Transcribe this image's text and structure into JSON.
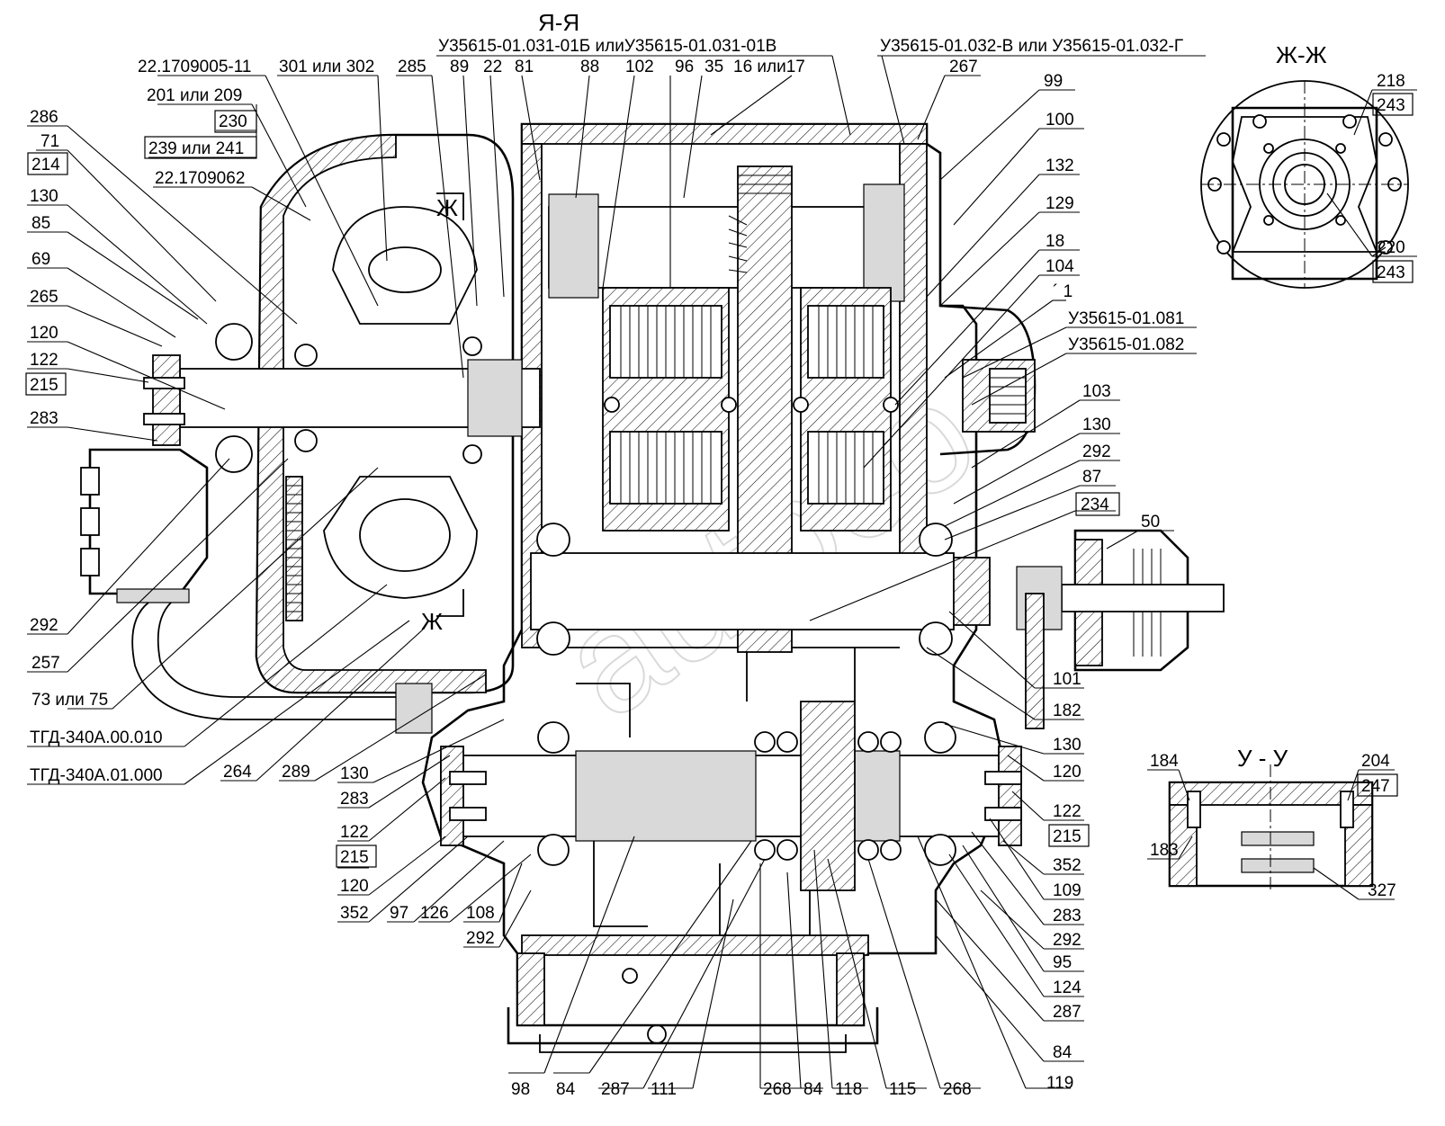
{
  "sections": {
    "ya": "Я-Я",
    "zh": "Ж-Ж",
    "u": "У - У",
    "zh_mark_top": "Ж",
    "zh_mark_bottom": "Ж"
  },
  "watermark": "autoco",
  "labels_top": {
    "ya_part_a": "У35615-01.031-01Б илиУ35615-01.031-01В",
    "ya_part_b": "У35615-01.032-В или У35615-01.032-Г",
    "l22_1709005": "22.1709005-11",
    "l301": "301 или 302",
    "l285": "285",
    "l89": "89",
    "l22": "22",
    "l81": "81",
    "l88": "88",
    "l102": "102",
    "l96": "96",
    "l35": "35",
    "l16": "16 или17",
    "l267": "267",
    "l99": "99",
    "l100": "100",
    "l132": "132",
    "l129": "129",
    "l18": "18",
    "l104": "104",
    "l1": "´ 1",
    "l081": "У35615-01.081",
    "l082": "У35615-01.082",
    "l103": "103",
    "l130r": "130",
    "l292r": "292",
    "l87": "87",
    "l234": "234",
    "l50": "50"
  },
  "labels_left": {
    "l201": "201 или 209",
    "l230": "230",
    "l239": "239 или 241",
    "l286": "286",
    "l71": "71",
    "l214": "214",
    "l22_1709062": "22.1709062",
    "l130": "130",
    "l85": "85",
    "l69": "69",
    "l265": "265",
    "l120": "120",
    "l122": "122",
    "l215": "215",
    "l283": "283",
    "l292": "292",
    "l257": "257",
    "l73": "73 или 75",
    "ltgd1": "ТГД-340А.00.010",
    "ltgd2": "ТГД-340А.01.000",
    "l264": "264",
    "l289": "289",
    "l130b": "130"
  },
  "labels_bottom": {
    "l283b": "283",
    "l122b": "122",
    "l215b": "215",
    "l120b": "120",
    "l352b": "352",
    "l97": "97",
    "l126": "126",
    "l108": "108",
    "l292b": "292",
    "l98": "98",
    "l84a": "84",
    "l287a": "287",
    "l111": "111",
    "l268a": "268",
    "l84b": "84",
    "l118": "118",
    "l115": "115",
    "l268b": "268",
    "l119": "119"
  },
  "labels_right": {
    "l101": "101",
    "l182": "182",
    "l130c": "130",
    "l120c": "120",
    "l122c": "122",
    "l215c": "215",
    "l352c": "352",
    "l109": "109",
    "l283c": "283",
    "l292c": "292",
    "l95": "95",
    "l124": "124",
    "l287c": "287",
    "l84c": "84",
    "l218": "218",
    "l243a": "243",
    "l220": "220",
    "l243b": "243",
    "l184": "184",
    "l204": "204",
    "l247": "247",
    "l183": "183",
    "l327": "327"
  }
}
